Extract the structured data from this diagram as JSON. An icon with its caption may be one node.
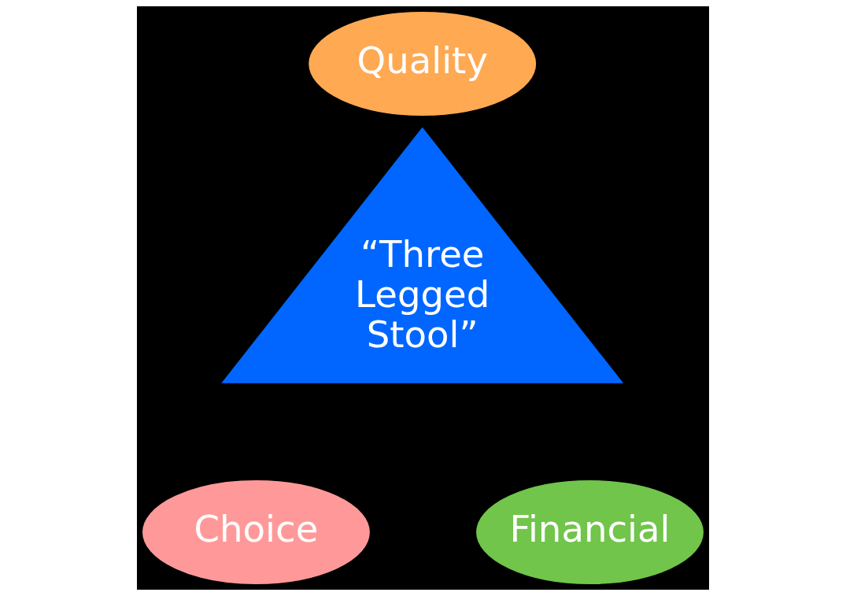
{
  "diagram": {
    "nodes": [
      {
        "text": [
          "Quality"
        ]
      },
      {
        "text": [
          "“Three Legged Stool”"
        ]
      },
      {
        "text": [
          "Choice"
        ]
      },
      {
        "text": [
          "Financial"
        ]
      }
    ]
  }
}
